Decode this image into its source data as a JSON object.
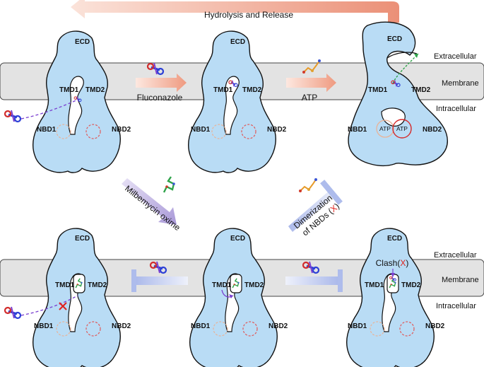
{
  "title": "Hydrolysis and Release",
  "regions": {
    "extracellular": "Extracellular",
    "membrane": "Membrane",
    "intracellular": "Intracellular"
  },
  "protein_labels": {
    "ecd": "ECD",
    "tmd1": "TMD1",
    "tmd2": "TMD2",
    "nbd1": "NBD1",
    "nbd2": "NBD2",
    "atp": "ATP"
  },
  "steps": {
    "fluconazole": "Fluconazole",
    "atp": "ATP",
    "milbemycin": "Milbemycin oxime",
    "dimerization_line1": "Dimerization",
    "dimerization_line2": "of NBDs (",
    "dimerization_x": "X",
    "dimerization_close": ")",
    "clash": "Clash(",
    "clash_x": "X",
    "clash_close": ")"
  },
  "colors": {
    "protein_fill": "#b9dcf5",
    "membrane_fill": "#e3e3e3",
    "arrow_salmon": "#f0a38a",
    "arrow_purple": "#b6a7dd",
    "inhibit_blue": "#aebcec",
    "cross_red": "#e0221c"
  }
}
